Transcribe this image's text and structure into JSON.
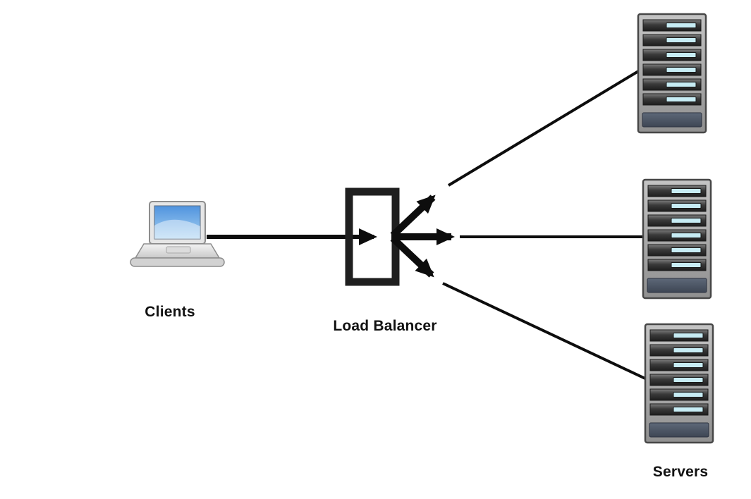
{
  "diagram": {
    "type": "network-architecture",
    "labels": {
      "clients": "Clients",
      "load_balancer": "Load Balancer",
      "servers": "Servers"
    },
    "nodes": [
      {
        "id": "clients",
        "label": "Clients",
        "icon": "laptop-icon"
      },
      {
        "id": "load-balancer",
        "label": "Load Balancer",
        "icon": "load-balancer-icon"
      },
      {
        "id": "server-1",
        "icon": "server-icon"
      },
      {
        "id": "server-2",
        "icon": "server-icon"
      },
      {
        "id": "server-3",
        "icon": "server-icon"
      }
    ],
    "edges": [
      {
        "from": "clients",
        "to": "load-balancer",
        "arrow": true
      },
      {
        "from": "load-balancer",
        "to": "server-1",
        "arrow": false
      },
      {
        "from": "load-balancer",
        "to": "server-2",
        "arrow": false
      },
      {
        "from": "load-balancer",
        "to": "server-3",
        "arrow": false
      }
    ],
    "colors": {
      "line": "#0d0d0d",
      "load_balancer_symbol": "#1f1f1f",
      "laptop_screen_blue": "#5a9be0",
      "server_body_gray": "#a8a8a8",
      "server_slot_dark": "#2e2e2e",
      "server_stripe_cyan": "#c7ecf4",
      "server_footer_slate": "#4d586c",
      "background": "#ffffff"
    }
  }
}
